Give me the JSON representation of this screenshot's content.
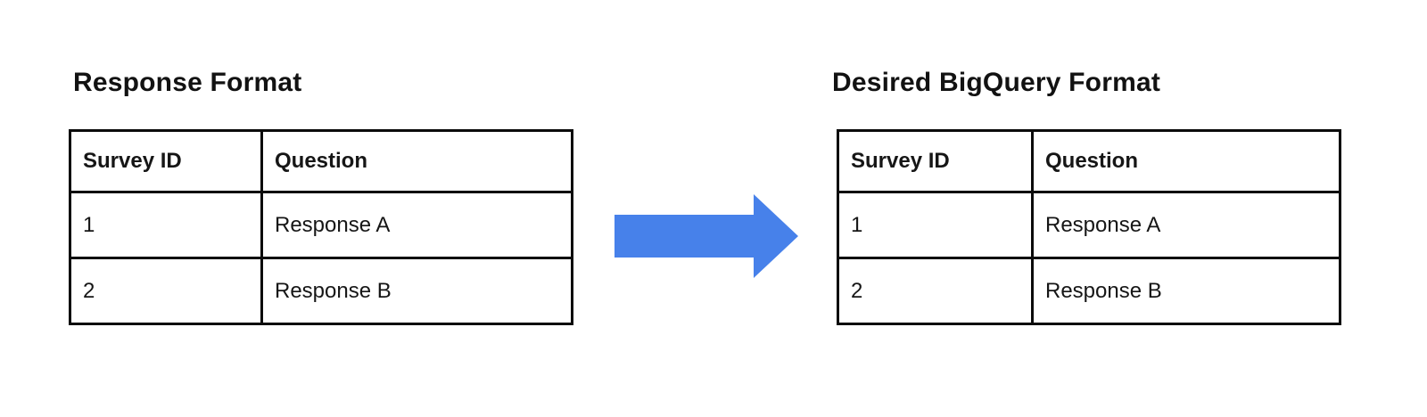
{
  "diagram": {
    "left_panel": {
      "title": "Response Format",
      "table": {
        "headers": [
          "Survey ID",
          "Question"
        ],
        "rows": [
          [
            "1",
            "Response A"
          ],
          [
            "2",
            "Response B"
          ]
        ]
      }
    },
    "arrow": {
      "name": "transform-arrow",
      "direction": "right",
      "color": "#4781EA"
    },
    "right_panel": {
      "title": "Desired BigQuery Format",
      "table": {
        "headers": [
          "Survey ID",
          "Question"
        ],
        "rows": [
          [
            "1",
            "Response A"
          ],
          [
            "2",
            "Response B"
          ]
        ]
      }
    }
  }
}
